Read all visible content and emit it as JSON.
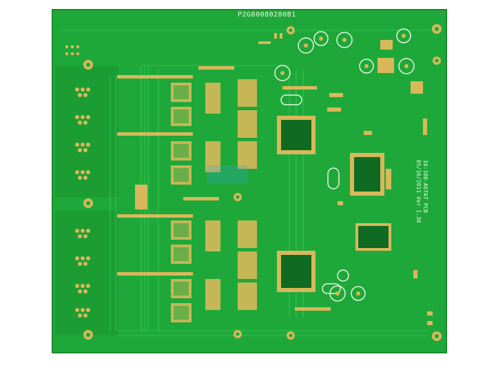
{
  "board": {
    "code": "P2G00080280B1",
    "name": "16-100-A6TAT PCB",
    "date_version": "05/16/2011 Ver 1.30",
    "colors": {
      "soldermask": "#1fa83a",
      "soldermask_dark": "#178a2c",
      "trace": "#2bc24a",
      "pad_gold": "#d8b85a",
      "silkscreen": "#e6f5e0",
      "chip_body": "#0f6b22"
    }
  }
}
